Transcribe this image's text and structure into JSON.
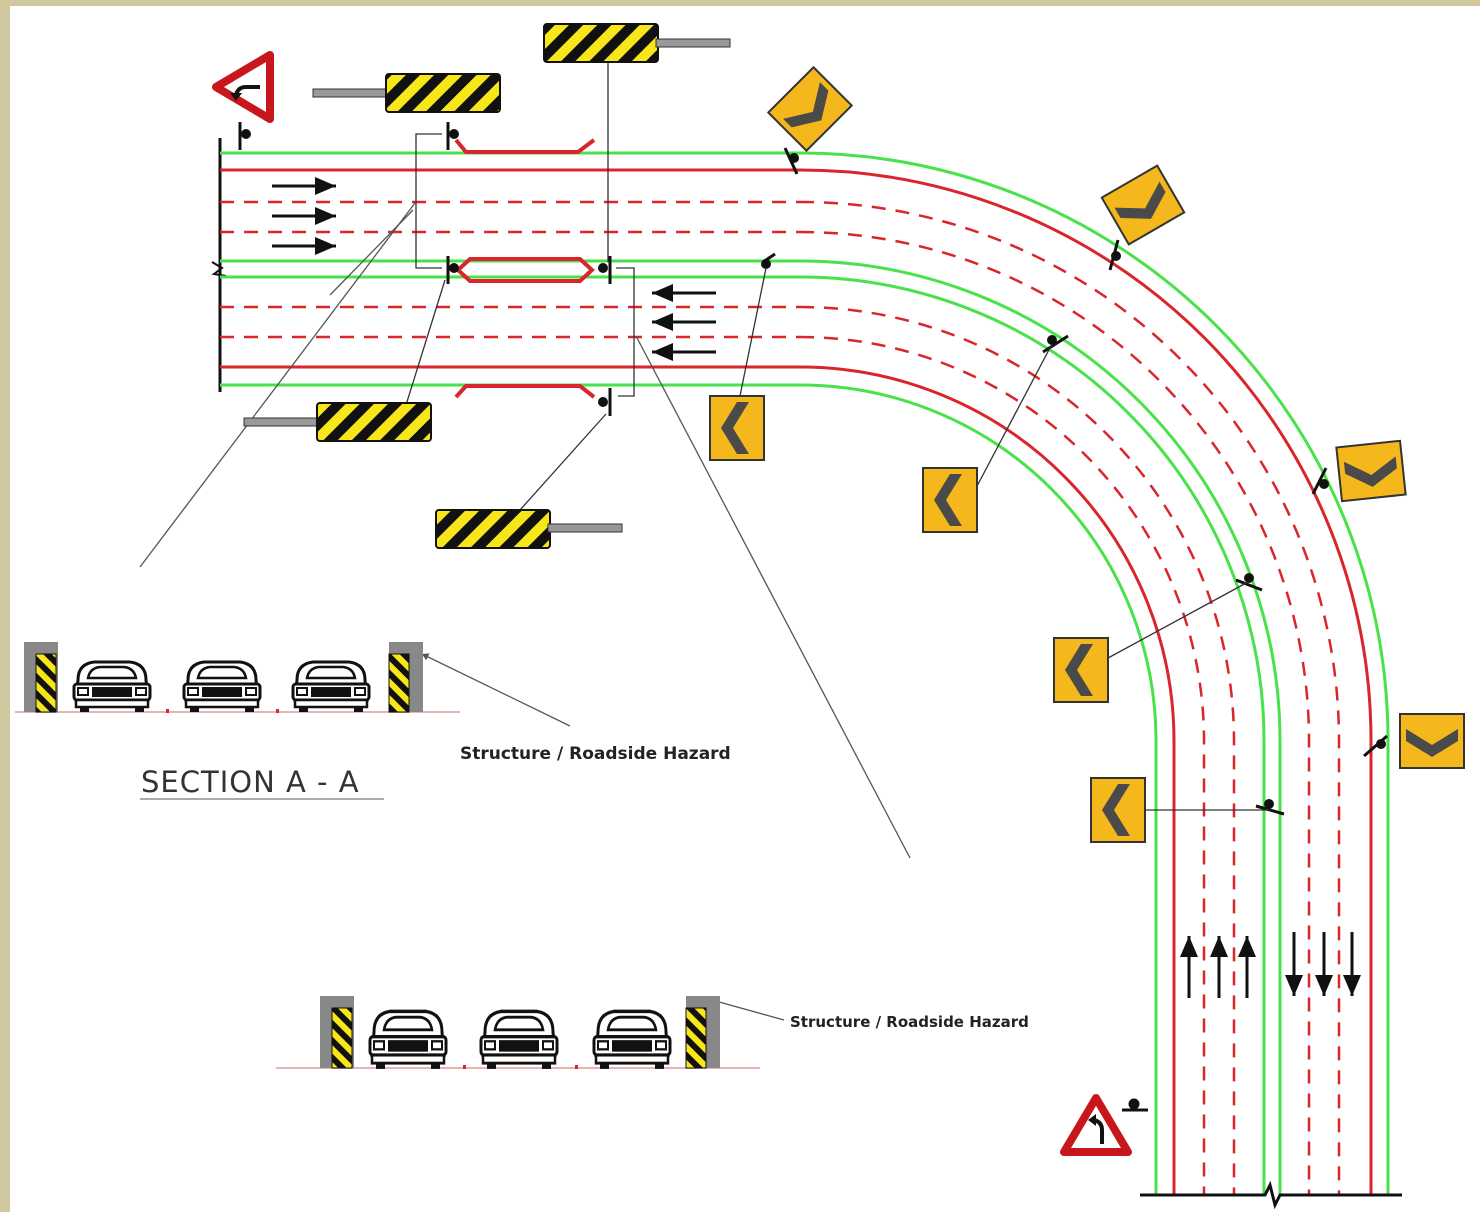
{
  "labels": {
    "hazard_upper": "Structure / Roadside Hazard",
    "hazard_lower": "Structure / Roadside Hazard",
    "section_title": "SECTION A - A"
  },
  "colors": {
    "edge_line": "#49e24a",
    "lane_line": "#d8262c",
    "sign_yellow": "#f5b81c",
    "chevron_gray": "#4a4a4a",
    "marker_yellow": "#f7e71a",
    "frame": "#d2c8a0"
  },
  "icons": [
    "curve-warning-sign-icon",
    "chevron-sign-icon",
    "object-marker-icon",
    "car-front-icon",
    "travel-arrow-icon"
  ]
}
